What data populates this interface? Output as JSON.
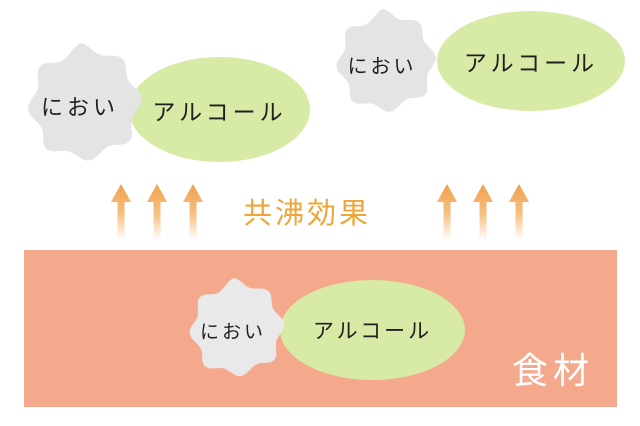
{
  "diagram": {
    "title": "共沸効果",
    "background_color": "#ffffff",
    "substrate": {
      "label": "食材",
      "color": "#f4a88c",
      "label_color": "#ffffff"
    },
    "effect_caption": {
      "label": "共沸効果",
      "color": "#eda63b"
    },
    "shape_colors": {
      "burst": "#e4e4e4",
      "ellipse": "#d7eaa6",
      "arrow_top": "#f0a04b",
      "arrow_bottom": "#ffffff",
      "text": "#231f20"
    },
    "groups": [
      {
        "id": "upper-left",
        "burst_label": "におい",
        "ellipse_label": "アルコール"
      },
      {
        "id": "upper-right",
        "burst_label": "におい",
        "ellipse_label": "アルコール"
      },
      {
        "id": "in-substrate",
        "burst_label": "におい",
        "ellipse_label": "アルコール"
      }
    ],
    "arrows": {
      "count_left": 3,
      "count_right": 3,
      "direction": "up"
    }
  }
}
